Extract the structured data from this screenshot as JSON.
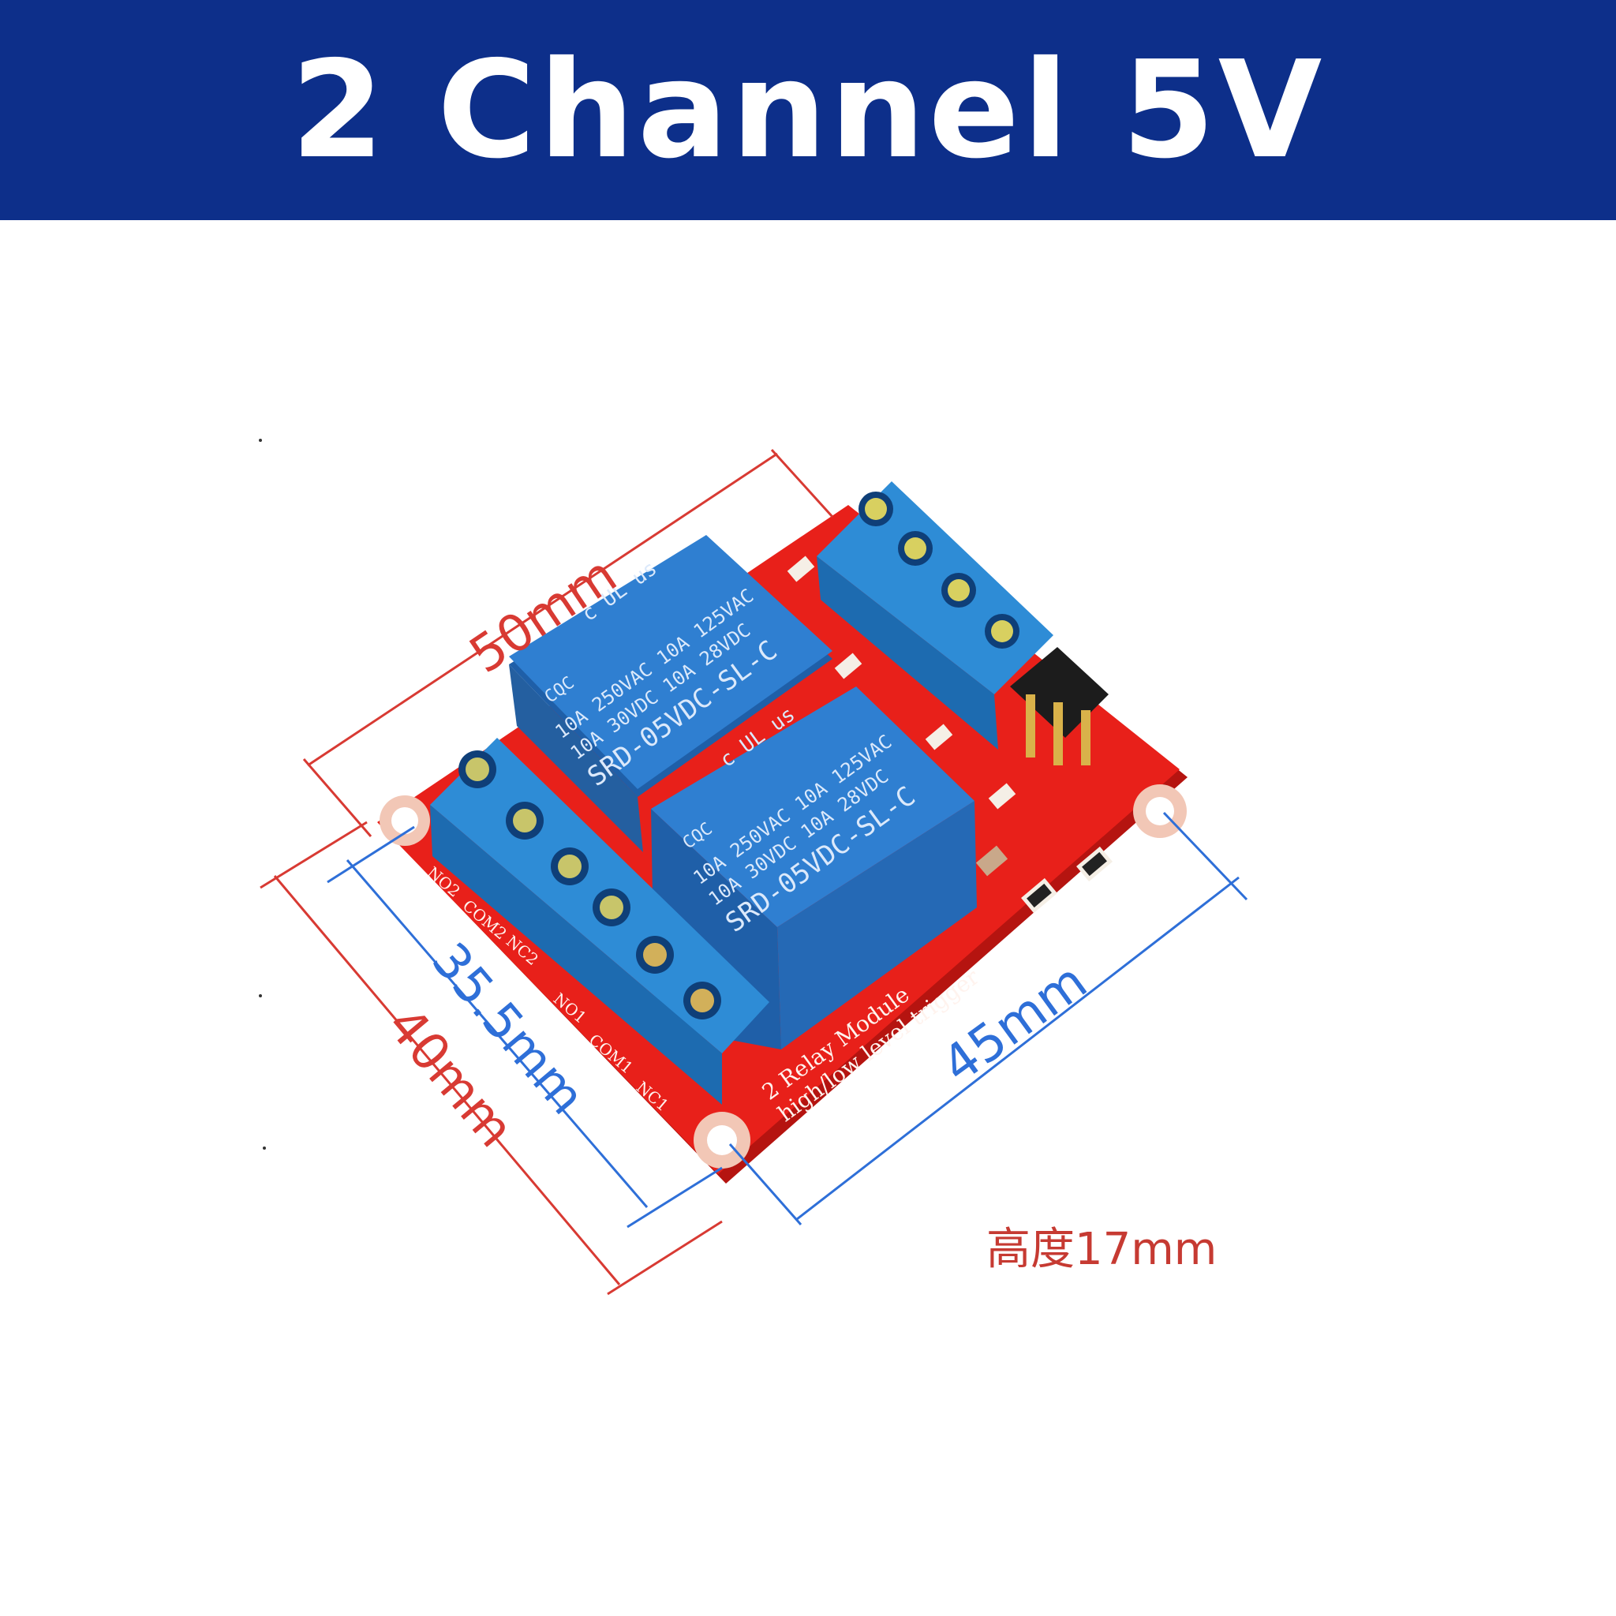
{
  "banner": {
    "title": "2 Channel 5V"
  },
  "dimensions": {
    "length": "50mm",
    "width": "40mm",
    "inner_width": "35.5mm",
    "hole_spacing": "45mm",
    "height_note": "高度17mm"
  },
  "relay": {
    "line1": "10A 250VAC  10A 125VAC",
    "line2": "10A 30VDC  10A 28VDC",
    "model": "SRD-05VDC-SL-C",
    "cert": "CQC",
    "ul_mark": "c UL us"
  },
  "board": {
    "silk_line1": "2 Relay  Module",
    "silk_line2": "high/low level trigger",
    "terminals": [
      "NO2",
      "COM2",
      "NC2",
      "NO1",
      "COM1",
      "NC1"
    ]
  },
  "colors": {
    "banner": "#0d2f8a",
    "pcb": "#e8201a",
    "relay": "#2f7fd1",
    "terminal": "#2e8cd6",
    "dimension_red": "#d83a33",
    "dimension_blue": "#2e6fd8"
  }
}
